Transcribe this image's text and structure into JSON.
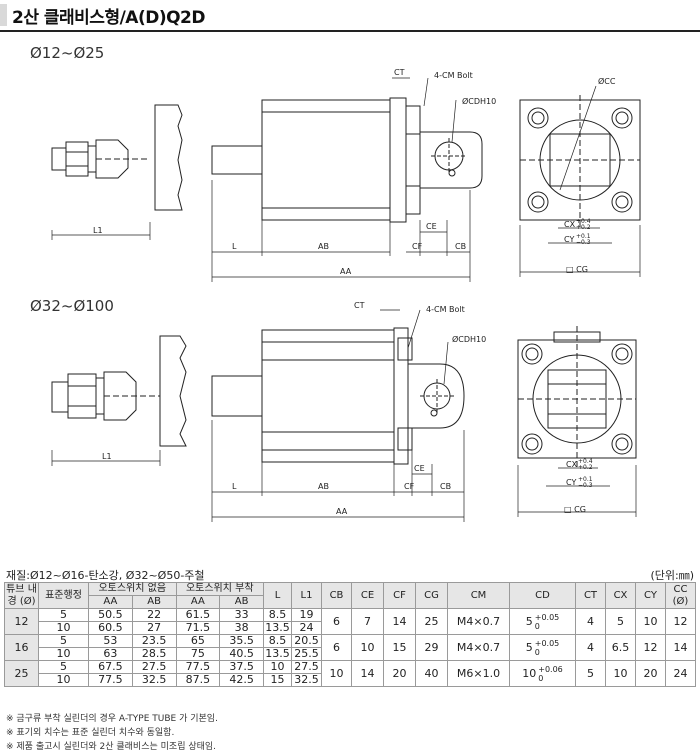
{
  "title": "2산 클래비스형/A(D)Q2D",
  "sections": [
    {
      "label": "Ø12~Ø25"
    },
    {
      "label": "Ø32~Ø100"
    }
  ],
  "dims": {
    "ct": "CT",
    "bolt": "4-CM Bolt",
    "cdh": "ØCDH10",
    "cc": "ØCC",
    "l1": "L1",
    "l": "L",
    "ab": "AB",
    "aa": "AA",
    "ce": "CE",
    "cf": "CF",
    "cb": "CB",
    "cx": "CX",
    "cx_tol_top": "+0.4",
    "cx_tol_bot": "+0.2",
    "cy": "CY",
    "cy_tol_top": "+0.1",
    "cy_tol_bot": "−0.3",
    "cg": "□ CG"
  },
  "material": "재질:Ø12~Ø16-탄소강, Ø32~Ø50-주철",
  "unit": "(단위:㎜)",
  "table": {
    "h_bore": "튜브 내경 (Ø)",
    "h_stroke": "표준행정",
    "h_no_switch": "오토스위치 없음",
    "h_switch": "오토스위치 부착",
    "h_aa": "AA",
    "h_ab": "AB",
    "h_aa2": "AA",
    "h_ab2": "AB",
    "h_l": "L",
    "h_l1": "L1",
    "h_cb": "CB",
    "h_ce": "CE",
    "h_cf": "CF",
    "h_cg": "CG",
    "h_cm": "CM",
    "h_cd": "CD",
    "h_ct": "CT",
    "h_cx": "CX",
    "h_cy": "CY",
    "h_cc": "CC (Ø)",
    "groups": [
      {
        "bore": "12",
        "rows": [
          {
            "stroke": "5",
            "aa": "50.5",
            "ab": "22",
            "aa2": "61.5",
            "ab2": "33",
            "l": "8.5",
            "l1": "19"
          },
          {
            "stroke": "10",
            "aa": "60.5",
            "ab": "27",
            "aa2": "71.5",
            "ab2": "38",
            "l": "13.5",
            "l1": "24"
          }
        ],
        "cb": "6",
        "ce": "7",
        "cf": "14",
        "cg": "25",
        "cm": "M4×0.7",
        "cd": "5",
        "cd_tol_top": "+0.05",
        "cd_tol_bot": "0",
        "ct": "4",
        "cx": "5",
        "cy": "10",
        "cc": "12"
      },
      {
        "bore": "16",
        "rows": [
          {
            "stroke": "5",
            "aa": "53",
            "ab": "23.5",
            "aa2": "65",
            "ab2": "35.5",
            "l": "8.5",
            "l1": "20.5"
          },
          {
            "stroke": "10",
            "aa": "63",
            "ab": "28.5",
            "aa2": "75",
            "ab2": "40.5",
            "l": "13.5",
            "l1": "25.5"
          }
        ],
        "cb": "6",
        "ce": "10",
        "cf": "15",
        "cg": "29",
        "cm": "M4×0.7",
        "cd": "5",
        "cd_tol_top": "+0.05",
        "cd_tol_bot": "0",
        "ct": "4",
        "cx": "6.5",
        "cy": "12",
        "cc": "14"
      },
      {
        "bore": "25",
        "rows": [
          {
            "stroke": "5",
            "aa": "67.5",
            "ab": "27.5",
            "aa2": "77.5",
            "ab2": "37.5",
            "l": "10",
            "l1": "27.5"
          },
          {
            "stroke": "10",
            "aa": "77.5",
            "ab": "32.5",
            "aa2": "87.5",
            "ab2": "42.5",
            "l": "15",
            "l1": "32.5"
          }
        ],
        "cb": "10",
        "ce": "14",
        "cf": "20",
        "cg": "40",
        "cm": "M6×1.0",
        "cd": "10",
        "cd_tol_top": "+0.06",
        "cd_tol_bot": "0",
        "ct": "5",
        "cx": "10",
        "cy": "20",
        "cc": "24"
      }
    ]
  },
  "notes": [
    "※ 금구류 부착 실린더의 경우 A-TYPE TUBE 가 기본임.",
    "※ 표기외 치수는 표준 실린더 치수와 동일함.",
    "※ 제품 출고시 실린더와 2산 클래비스는 미조립 상태임."
  ]
}
